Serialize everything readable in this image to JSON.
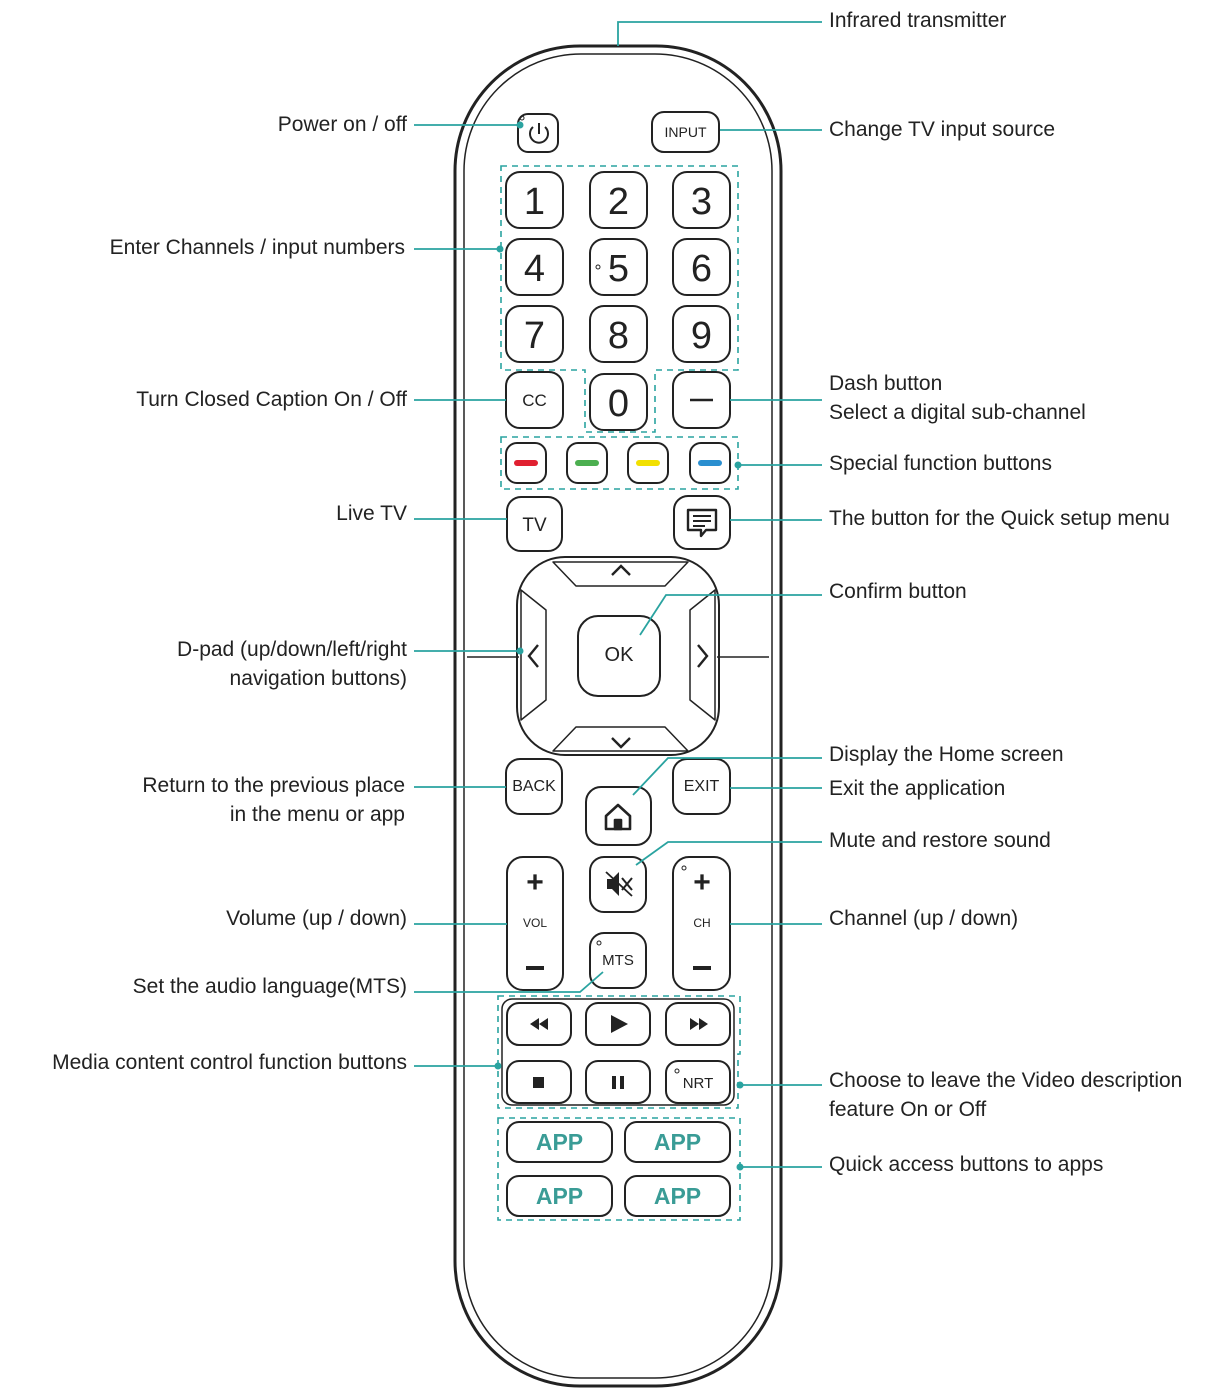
{
  "colors": {
    "leader": "#2aa3a0",
    "outline": "#222222",
    "red": "#e02030",
    "green": "#4caf50",
    "yellow": "#f2e000",
    "blue": "#2a8fd0",
    "app": "#3a9c96"
  },
  "labels": {
    "infrared": "Infrared transmitter",
    "power": "Power on / off",
    "input_source": "Change TV input source",
    "channels": "Enter Channels / input numbers",
    "cc": "Turn Closed Caption On / Off",
    "dash_1": "Dash button",
    "dash_2": "Select a digital sub-channel",
    "special": "Special function buttons",
    "live_tv": "Live TV",
    "quick_setup": "The button for the Quick setup menu",
    "confirm": "Confirm button",
    "dpad_1": "D-pad (up/down/left/right",
    "dpad_2": "navigation buttons)",
    "home": "Display the Home screen",
    "back_1": "Return to the previous place",
    "back_2": "in the menu or app",
    "exit": "Exit the application",
    "mute": "Mute and restore sound",
    "volume": "Volume (up / down)",
    "channel": "Channel (up / down)",
    "mts": "Set the audio language(MTS)",
    "media": "Media content control function buttons",
    "nrt_1": "Choose to leave the Video description",
    "nrt_2": "feature On or Off",
    "apps": "Quick access buttons to apps"
  },
  "buttons": {
    "input": "INPUT",
    "digits": [
      "1",
      "2",
      "3",
      "4",
      "5",
      "6",
      "7",
      "8",
      "9"
    ],
    "zero": "0",
    "cc": "CC",
    "dash": "—",
    "tv": "TV",
    "ok": "OK",
    "back": "BACK",
    "exit": "EXIT",
    "vol": "VOL",
    "ch": "CH",
    "plus": "+",
    "minus": "−",
    "mts": "MTS",
    "nrt": "NRT",
    "app": "APP"
  },
  "icons": {
    "power": "power-icon",
    "menu": "quick-menu-icon",
    "home": "home-icon",
    "mute": "mute-icon",
    "rewind": "rewind-icon",
    "play": "play-icon",
    "fast_forward": "fast-forward-icon",
    "stop": "stop-icon",
    "pause": "pause-icon"
  }
}
